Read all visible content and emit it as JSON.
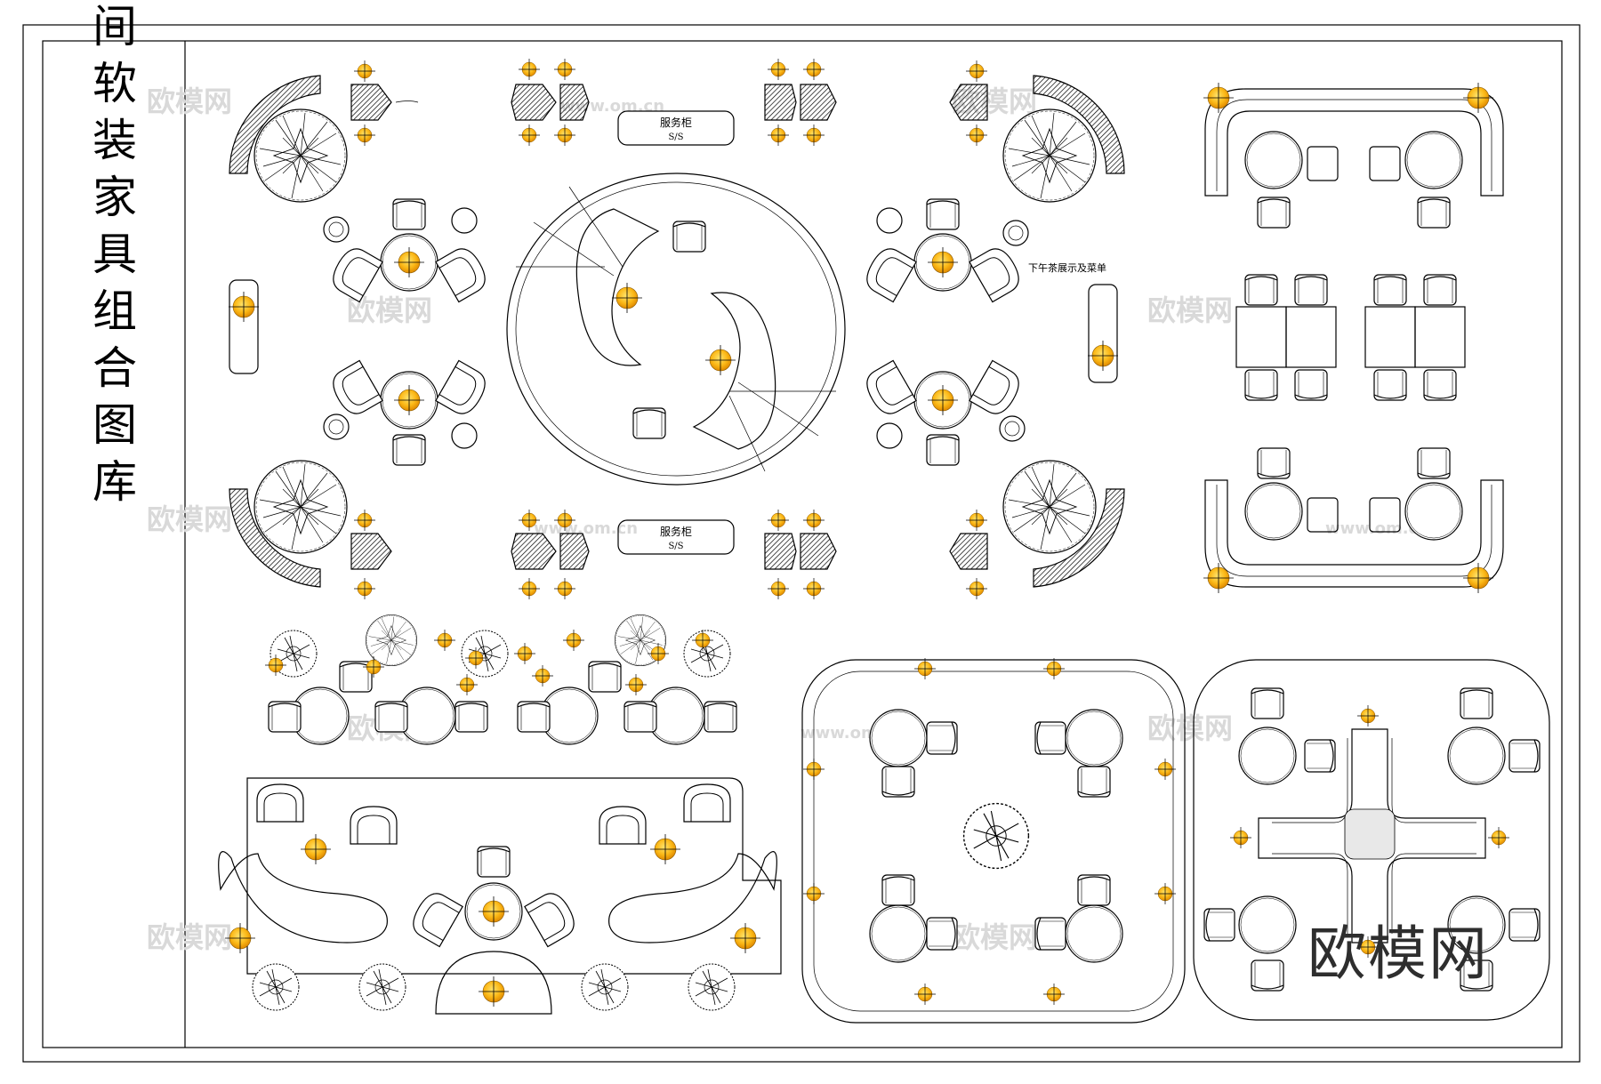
{
  "drawing": {
    "title_vertical": "商业空间软装家具组合图库",
    "labels": {
      "service_counter_top": "服务柜",
      "service_counter_top_sub": "S/S",
      "service_counter_bottom": "服务柜",
      "service_counter_bottom_sub": "S/S",
      "menu_display": "下午茶展示及菜单"
    },
    "watermark": {
      "brand": "欧模网",
      "url": "www.om.cn"
    }
  },
  "colors": {
    "line": "#000000",
    "lamp_outer": "#f7a800",
    "lamp_inner": "#ffd94a",
    "watermark": "#d9d9d9",
    "watermark_big": "#2e2e2e"
  },
  "icons": [
    "lamp-icon",
    "tree-icon",
    "chair-icon",
    "round-table-icon",
    "sofa-icon",
    "planter-icon"
  ]
}
